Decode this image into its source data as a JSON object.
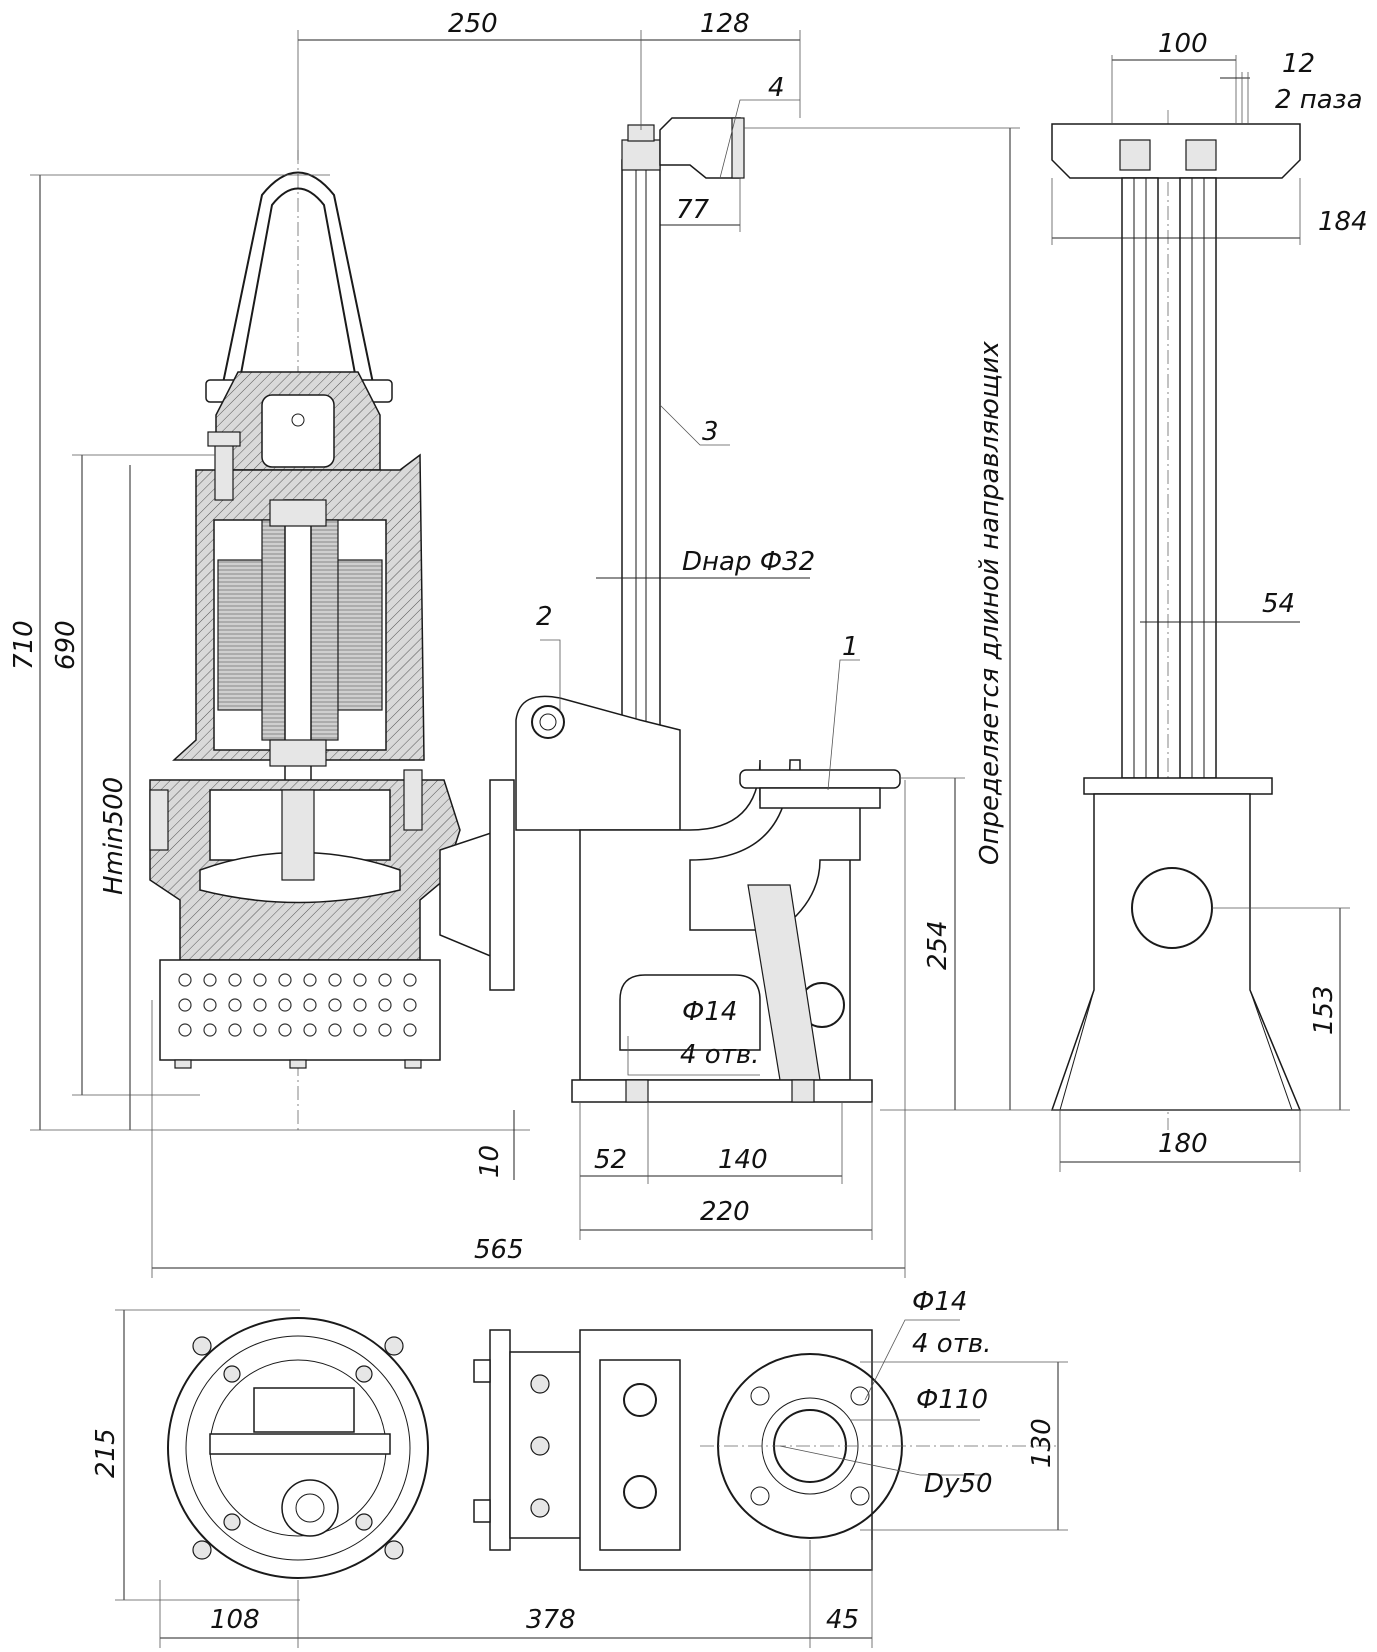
{
  "dimensions": {
    "d250": "250",
    "d128": "128",
    "d100": "100",
    "d12": "12",
    "slots": "2 паза",
    "pos4": "4",
    "d77": "77",
    "d184": "184",
    "pos3": "3",
    "outer_dia": "Dнар Ф32",
    "pos2": "2",
    "pos1": "1",
    "d54": "54",
    "guide_length": "Определяется длиной направляющих",
    "d710": "710",
    "d690": "690",
    "hmin": "Hmin500",
    "d254": "254",
    "d153": "153",
    "hole14": "Ф14",
    "holes4": "4 отв.",
    "d10": "10",
    "d52": "52",
    "d140": "140",
    "d220": "220",
    "d180": "180",
    "d565": "565",
    "hole14b": "Ф14",
    "holes4b": "4 отв.",
    "d110": "Ф110",
    "dy50": "Dy50",
    "d215": "215",
    "d130": "130",
    "d108": "108",
    "d378": "378",
    "d45": "45"
  }
}
